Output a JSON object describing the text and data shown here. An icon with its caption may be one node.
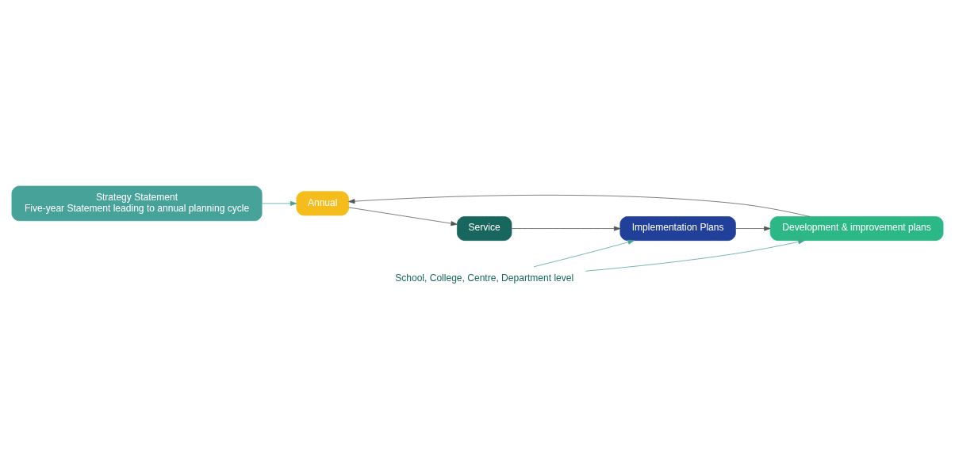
{
  "diagram": {
    "nodes": [
      {
        "text": [
          "Strategy Statement",
          "Five-year Statement leading to annual planning cycle"
        ]
      },
      {
        "text": [
          "Service"
        ]
      },
      {
        "text": [
          "Implementation Plans"
        ]
      },
      {
        "text": [
          "Development & improvement plans"
        ]
      },
      {
        "text": [
          "Annual"
        ]
      },
      {
        "text": [
          "School, College, Centre, Department level"
        ]
      }
    ],
    "edges": [
      {
        "from": 1,
        "to": 2,
        "arrow": "to"
      },
      {
        "from": 2,
        "to": 3,
        "arrow": "to"
      },
      {
        "from": 3,
        "to": 4,
        "arrow": "to"
      },
      {
        "from": 4,
        "to": 1,
        "arrow": "to"
      },
      {
        "from": 0,
        "to": 4,
        "arrow": "to",
        "color": "#47a39a"
      },
      {
        "from": 5,
        "to": 2,
        "arrow": "to",
        "color": "#47a39a"
      },
      {
        "from": 5,
        "to": 3,
        "arrow": "to",
        "color": "#47a39a"
      }
    ]
  }
}
